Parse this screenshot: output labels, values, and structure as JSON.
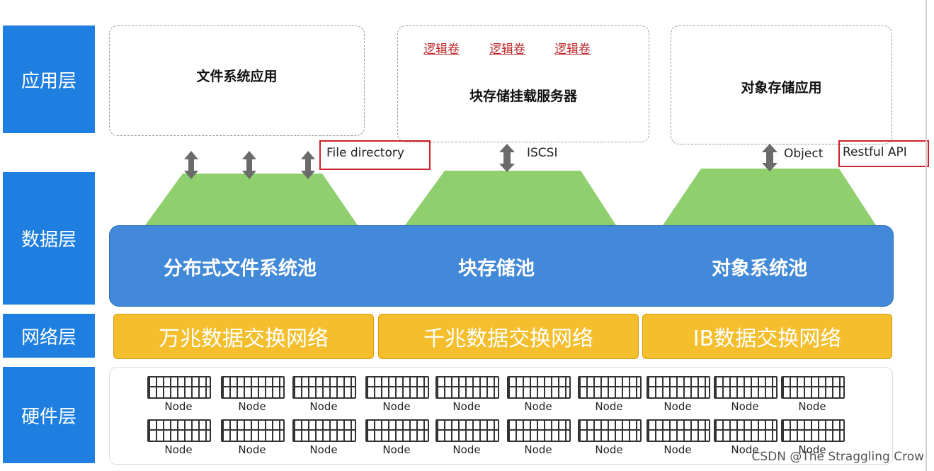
{
  "layers": {
    "app": "应用层",
    "data": "数据层",
    "network": "网络层",
    "hardware": "硬件层"
  },
  "apps": {
    "fs": "文件系统应用",
    "block": "块存储挂载服务器",
    "object": "对象存储应用",
    "logical_volumes": [
      "逻辑卷",
      "逻辑卷",
      "逻辑卷"
    ]
  },
  "protocols": {
    "file": "File directory",
    "block": "ISCSI",
    "object": "Object",
    "rest": "Restful API"
  },
  "pools": [
    "分布式文件系统池",
    "块存储池",
    "对象系统池"
  ],
  "networks": [
    "万兆数据交换网络",
    "千兆数据交换网络",
    "IB数据交换网络"
  ],
  "node_label": "Node",
  "watermark": "CSDN @The Straggling Crow",
  "colors": {
    "layer_blue": "#1f7fe0",
    "pool_blue": "#4289d9",
    "network_yellow": "#f5be2c",
    "trapezoid_green": "#8fcf6e",
    "highlight_red": "#d0202a",
    "logical_volume_red": "#c0282d"
  }
}
